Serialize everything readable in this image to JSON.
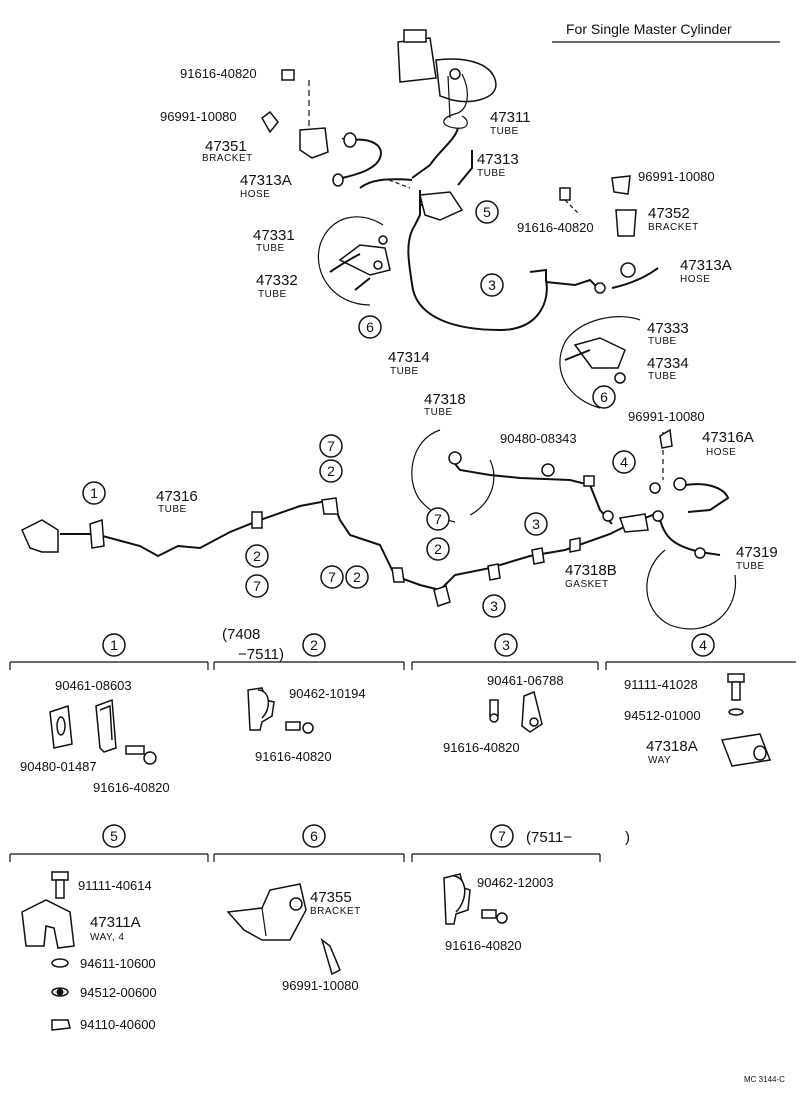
{
  "header": {
    "title": "For Single Master Cylinder",
    "code": "MC 3144-C"
  },
  "parts": {
    "p91616_40820_a": "91616-40820",
    "p96991_10080_a": "96991-10080",
    "p47351": "47351",
    "p47351_sub": "BRACKET",
    "p47313A_a": "47313A",
    "p47313A_a_sub": "HOSE",
    "p47311": "47311",
    "p47311_sub": "TUBE",
    "p47313": "47313",
    "p47313_sub": "TUBE",
    "p96991_10080_b": "96991-10080",
    "p47352": "47352",
    "p47352_sub": "BRACKET",
    "p91616_40820_b": "91616-40820",
    "p47331": "47331",
    "p47331_sub": "TUBE",
    "p47332": "47332",
    "p47332_sub": "TUBE",
    "p47313A_b": "47313A",
    "p47313A_b_sub": "HOSE",
    "p47333": "47333",
    "p47333_sub": "TUBE",
    "p47334": "47334",
    "p47334_sub": "TUBE",
    "p47314": "47314",
    "p47314_sub": "TUBE",
    "p47318": "47318",
    "p47318_sub": "TUBE",
    "p90480_08343": "90480-08343",
    "p96991_10080_c": "96991-10080",
    "p47316A": "47316A",
    "p47316A_sub": "HOSE",
    "p47316": "47316",
    "p47316_sub": "TUBE",
    "p47318B": "47318B",
    "p47318B_sub": "GASKET",
    "p47319": "47319",
    "p47319_sub": "TUBE"
  },
  "callouts": {
    "c1": "1",
    "c2": "2",
    "c3": "3",
    "c4": "4",
    "c5": "5",
    "c6": "6",
    "c7": "7"
  },
  "sections": {
    "s1": {
      "number": "1",
      "parts": [
        "90461-08603",
        "90480-01487",
        "91616-40820"
      ]
    },
    "s2": {
      "number": "2",
      "note_top": "(7408",
      "note_bottom": "−7511)",
      "parts": [
        "90462-10194",
        "91616-40820"
      ]
    },
    "s3": {
      "number": "3",
      "parts": [
        "90461-06788",
        "91616-40820"
      ]
    },
    "s4": {
      "number": "4",
      "parts": [
        "91111-41028",
        "94512-01000",
        "47318A"
      ],
      "sub": "WAY"
    },
    "s5": {
      "number": "5",
      "parts": [
        "91111-40614",
        "47311A",
        "94611-10600",
        "94512-00600",
        "94110-40600"
      ],
      "sub": "WAY, 4"
    },
    "s6": {
      "number": "6",
      "parts": [
        "47355",
        "96991-10080"
      ],
      "sub": "BRACKET"
    },
    "s7": {
      "number": "7",
      "note_left": "(7511−",
      "note_right": ")",
      "parts": [
        "90462-12003",
        "91616-40820"
      ]
    }
  },
  "colors": {
    "ink": "#111111",
    "paper": "#ffffff"
  }
}
